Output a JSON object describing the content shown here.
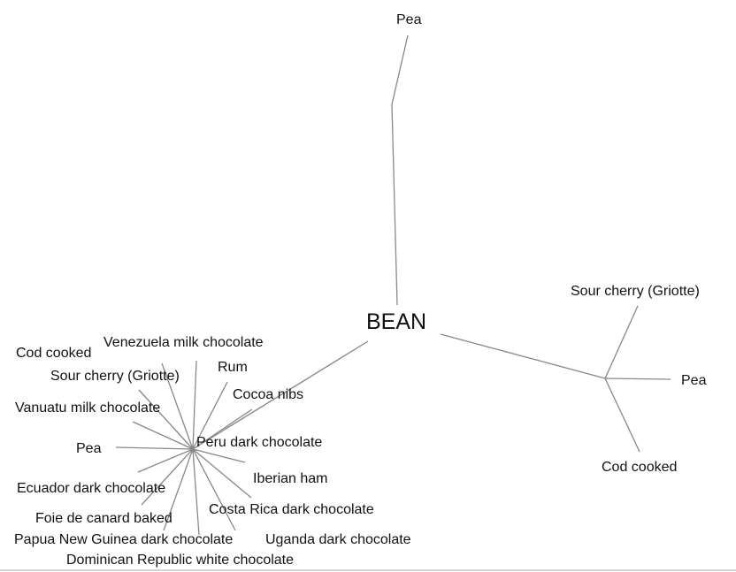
{
  "root": "BEAN",
  "top_branch": {
    "leaves": [
      "Pea"
    ]
  },
  "right_branch": {
    "leaves": [
      "Sour cherry (Griotte)",
      "Pea",
      "Cod cooked"
    ]
  },
  "left_branch": {
    "leaves": [
      "Venezuela milk chocolate",
      "Cod cooked",
      "Rum",
      "Sour cherry (Griotte)",
      "Cocoa nibs",
      "Vanuatu milk chocolate",
      "Peru dark chocolate",
      "Pea",
      "Iberian ham",
      "Ecuador dark chocolate",
      "Costa Rica dark chocolate",
      "Foie de canard baked",
      "Papua New Guinea dark chocolate",
      "Uganda dark chocolate",
      "Dominican Republic white chocolate"
    ]
  },
  "colors": {
    "edge": "#888888",
    "text": "#111111"
  }
}
